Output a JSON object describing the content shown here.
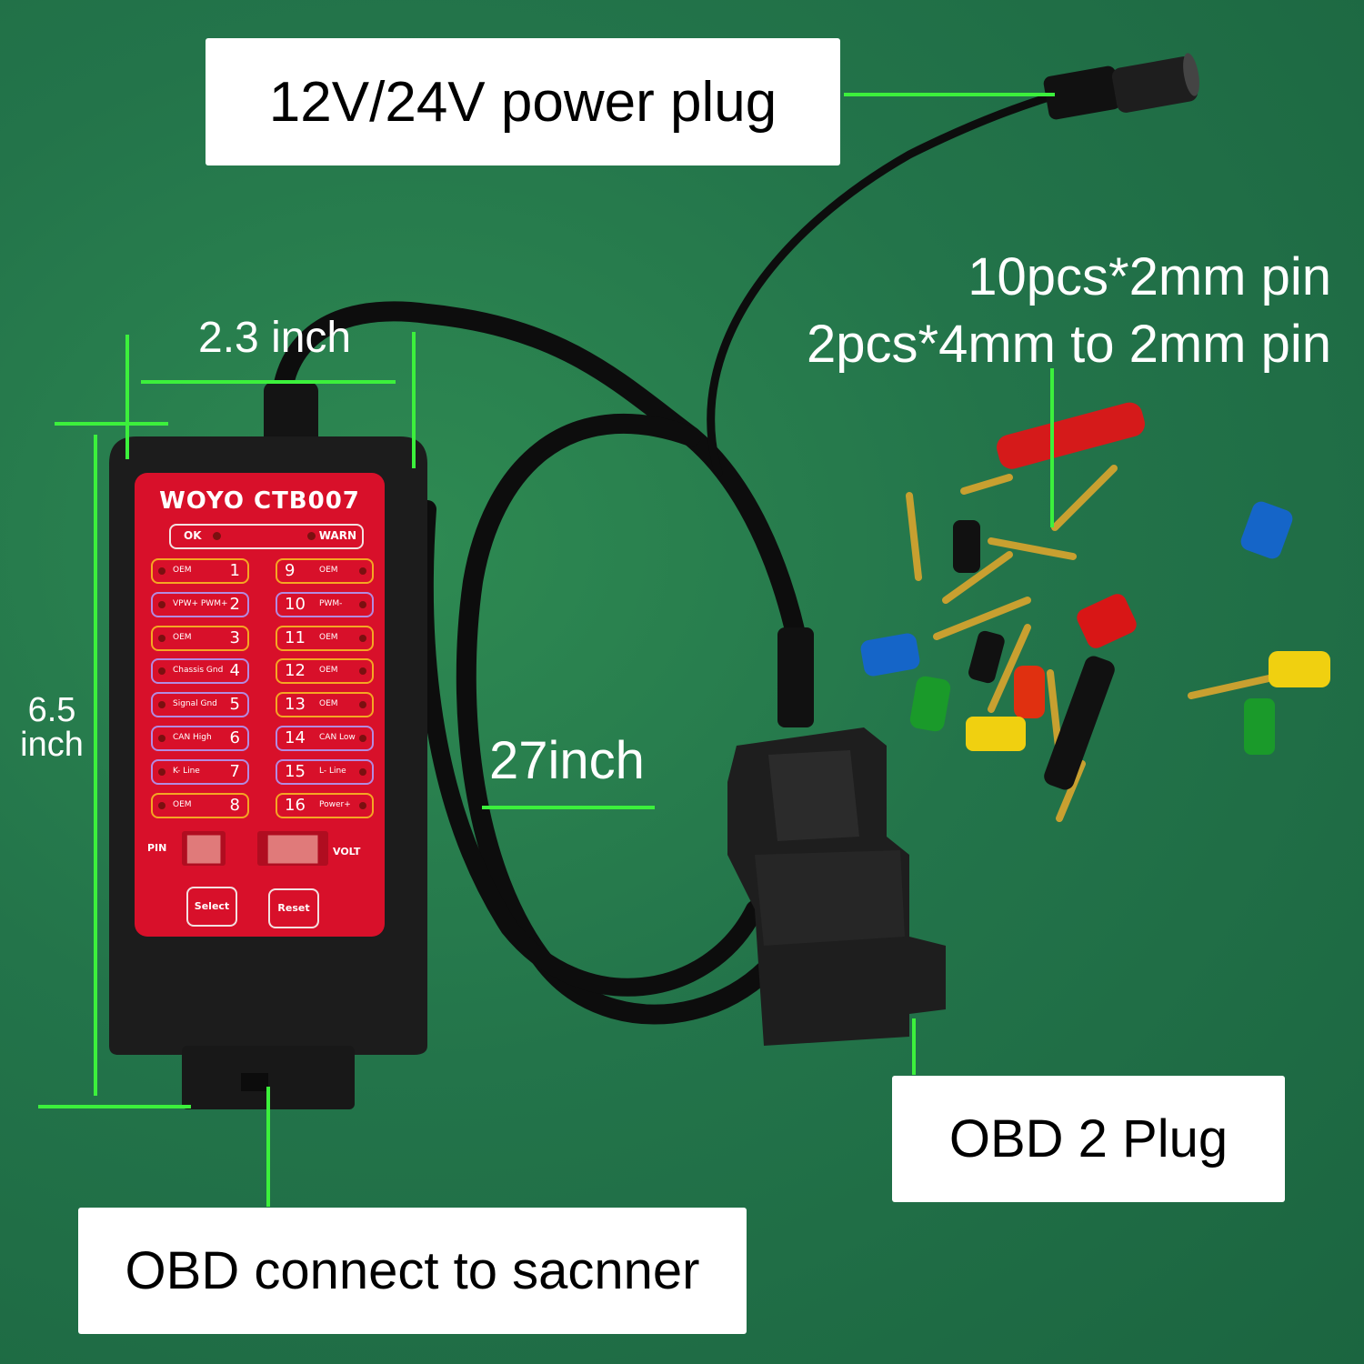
{
  "labels": {
    "power_plug": "12V/24V power plug",
    "pins_line1": "10pcs*2mm pin",
    "pins_line2": "2pcs*4mm to 2mm pin",
    "width": "2.3 inch",
    "height": "6.5\ninch",
    "cable_length": "27inch",
    "obd2_plug": "OBD 2 Plug",
    "obd_scanner": "OBD connect to sacnner"
  },
  "device": {
    "title": "WOYO CTB007",
    "ok": "OK",
    "warn": "WARN",
    "pin_label": "PIN",
    "volt_label": "VOLT",
    "select": "Select",
    "reset": "Reset",
    "left_pins": [
      {
        "num": "1",
        "name": "OEM"
      },
      {
        "num": "2",
        "name": "VPW+ PWM+"
      },
      {
        "num": "3",
        "name": "OEM"
      },
      {
        "num": "4",
        "name": "Chassis Gnd"
      },
      {
        "num": "5",
        "name": "Signal Gnd"
      },
      {
        "num": "6",
        "name": "CAN High"
      },
      {
        "num": "7",
        "name": "K- Line"
      },
      {
        "num": "8",
        "name": "OEM"
      }
    ],
    "right_pins": [
      {
        "num": "9",
        "name": "OEM"
      },
      {
        "num": "10",
        "name": "PWM-"
      },
      {
        "num": "11",
        "name": "OEM"
      },
      {
        "num": "12",
        "name": "OEM"
      },
      {
        "num": "13",
        "name": "OEM"
      },
      {
        "num": "14",
        "name": "CAN Low"
      },
      {
        "num": "15",
        "name": "L- Line"
      },
      {
        "num": "16",
        "name": "Power+"
      }
    ]
  },
  "colors": {
    "background": "#23744a",
    "guide_line": "#3cf03c",
    "panel_red": "#d8102a",
    "device_body": "#1c1c1c",
    "label_bg": "#ffffff"
  }
}
